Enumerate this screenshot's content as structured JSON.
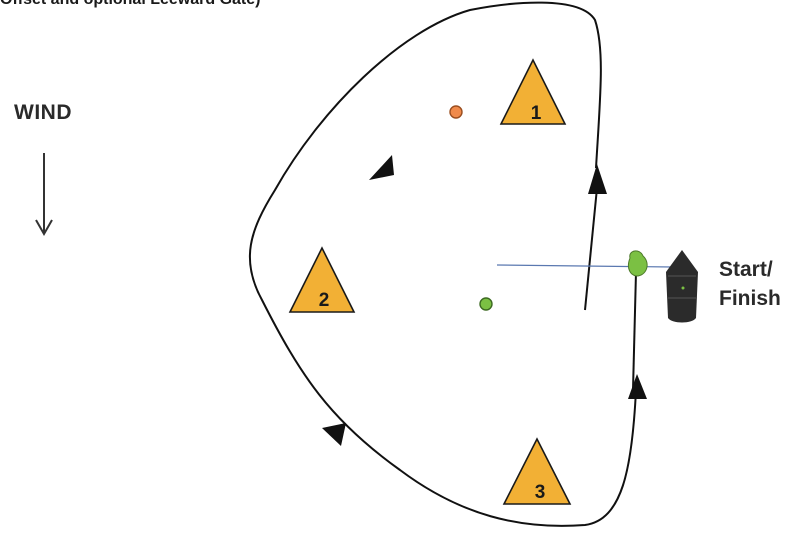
{
  "header": {
    "text": "Offset and optional Leeward Gate)"
  },
  "wind": {
    "label": "WIND"
  },
  "start_finish": {
    "line1": "Start/",
    "line2": "Finish"
  },
  "marks": [
    {
      "number": "1",
      "color": "#f2b035"
    },
    {
      "number": "2",
      "color": "#f2b035"
    },
    {
      "number": "3",
      "color": "#f2b035"
    }
  ],
  "buoys": {
    "offset_color": "#f08a4b",
    "gate_color": "#7bc043"
  },
  "colors": {
    "course_line": "#111111",
    "start_line": "#5a78b0",
    "committee_boat": "#2b2b2b"
  }
}
